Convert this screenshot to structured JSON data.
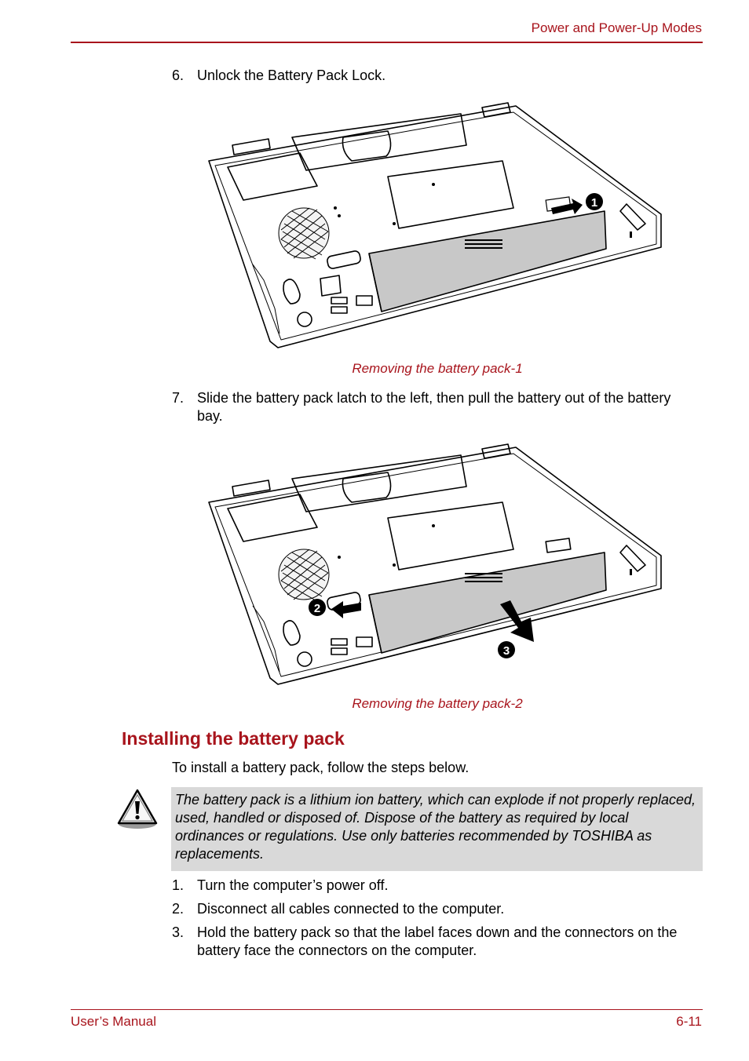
{
  "header": {
    "title": "Power and Power-Up Modes"
  },
  "steps_top": [
    {
      "num": "6.",
      "text": "Unlock the Battery Pack Lock."
    },
    {
      "num": "7.",
      "text": "Slide the battery pack latch to the left, then pull the battery out of the battery bay."
    }
  ],
  "figures": [
    {
      "caption": "Removing the battery pack-1",
      "markers": [
        "1"
      ]
    },
    {
      "caption": "Removing the battery pack-2",
      "markers": [
        "2",
        "3"
      ]
    }
  ],
  "section": {
    "title": "Installing the battery pack",
    "intro": "To install a battery pack, follow the steps below."
  },
  "note": {
    "icon": "warning-icon",
    "text": "The battery pack is a lithium ion battery, which can explode if not properly replaced, used, handled or disposed of. Dispose of the battery as required by local ordinances or regulations. Use only batteries recommended by TOSHIBA as replacements."
  },
  "steps_bottom": [
    {
      "num": "1.",
      "text": "Turn the computer’s power off."
    },
    {
      "num": "2.",
      "text": "Disconnect all cables connected to the computer."
    },
    {
      "num": "3.",
      "text": "Hold the battery pack so that the label faces down and the connectors on the battery face the connectors on the computer."
    }
  ],
  "footer": {
    "left": "User’s Manual",
    "right": "6-11"
  },
  "colors": {
    "accent": "#a8141c",
    "note_bg": "#d9d9d9",
    "battery": "#c8c8c8"
  }
}
